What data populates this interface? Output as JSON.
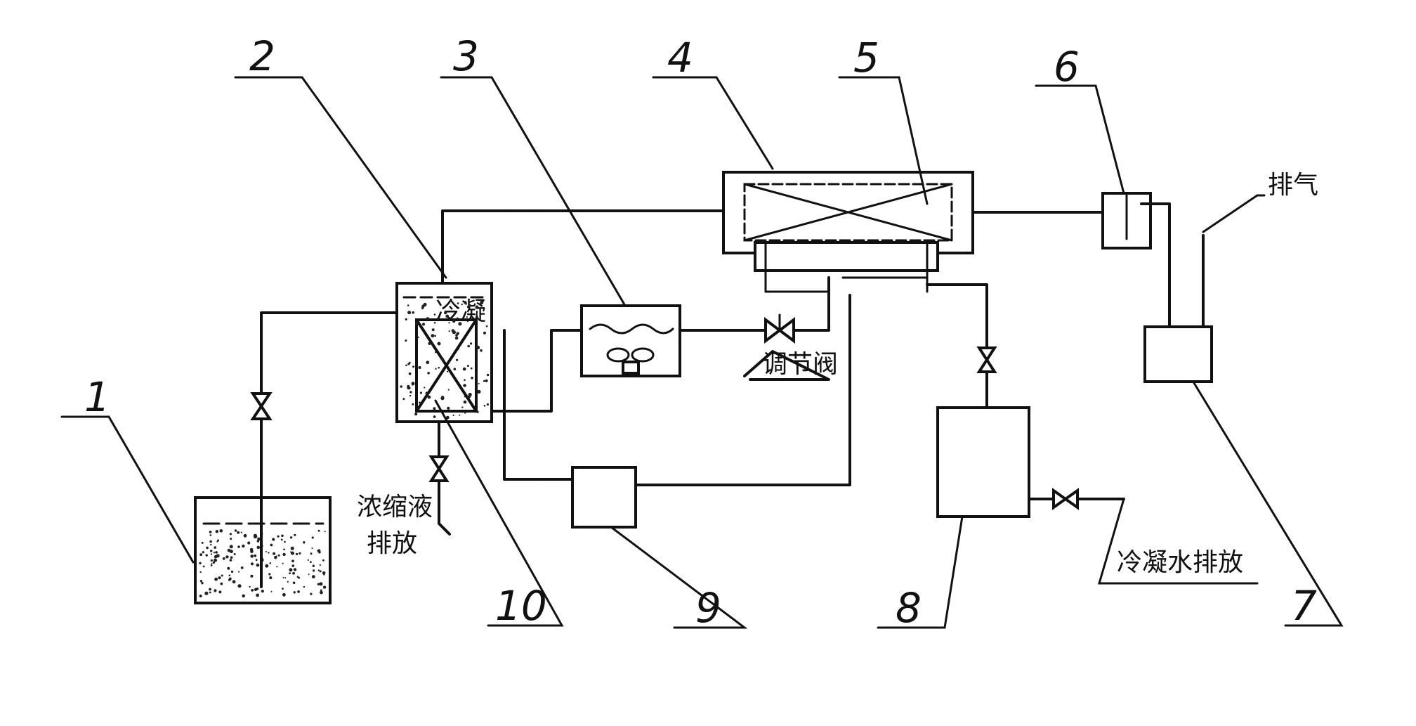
{
  "labels": {
    "n1": "1",
    "n2": "2",
    "n3": "3",
    "n4": "4",
    "n5": "5",
    "n6": "6",
    "n7": "7",
    "n8": "8",
    "n9": "9",
    "n10": "10"
  },
  "annotations": {
    "exhaust": "排气",
    "regulating_valve": "调节阀",
    "concentrate_discharge_line1": "浓缩液",
    "concentrate_discharge_line2": "排放",
    "condensate_discharge": "冷凝水排放"
  }
}
